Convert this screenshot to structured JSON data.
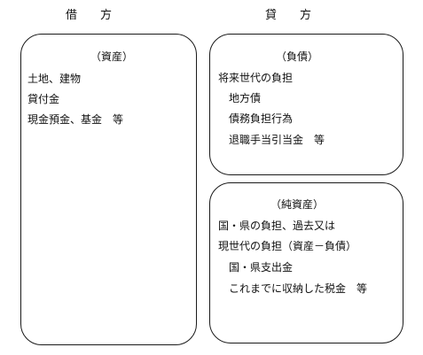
{
  "headers": {
    "debit": "借　　方",
    "credit": "貸　　方"
  },
  "assets": {
    "title": "（資産）",
    "lines": [
      "土地、建物",
      "貸付金",
      "現金預金、基金　等"
    ]
  },
  "liabilities": {
    "title": "（負債）",
    "lines": [
      "将来世代の負担",
      "　地方債",
      "　債務負担行為",
      "　退職手当引当金　等"
    ]
  },
  "net_assets": {
    "title": "（純資産）",
    "lines": [
      "国・県の負担、過去又は",
      "現世代の負担（資産－負債）",
      "　国・県支出金",
      "　これまでに収納した税金　等"
    ]
  }
}
